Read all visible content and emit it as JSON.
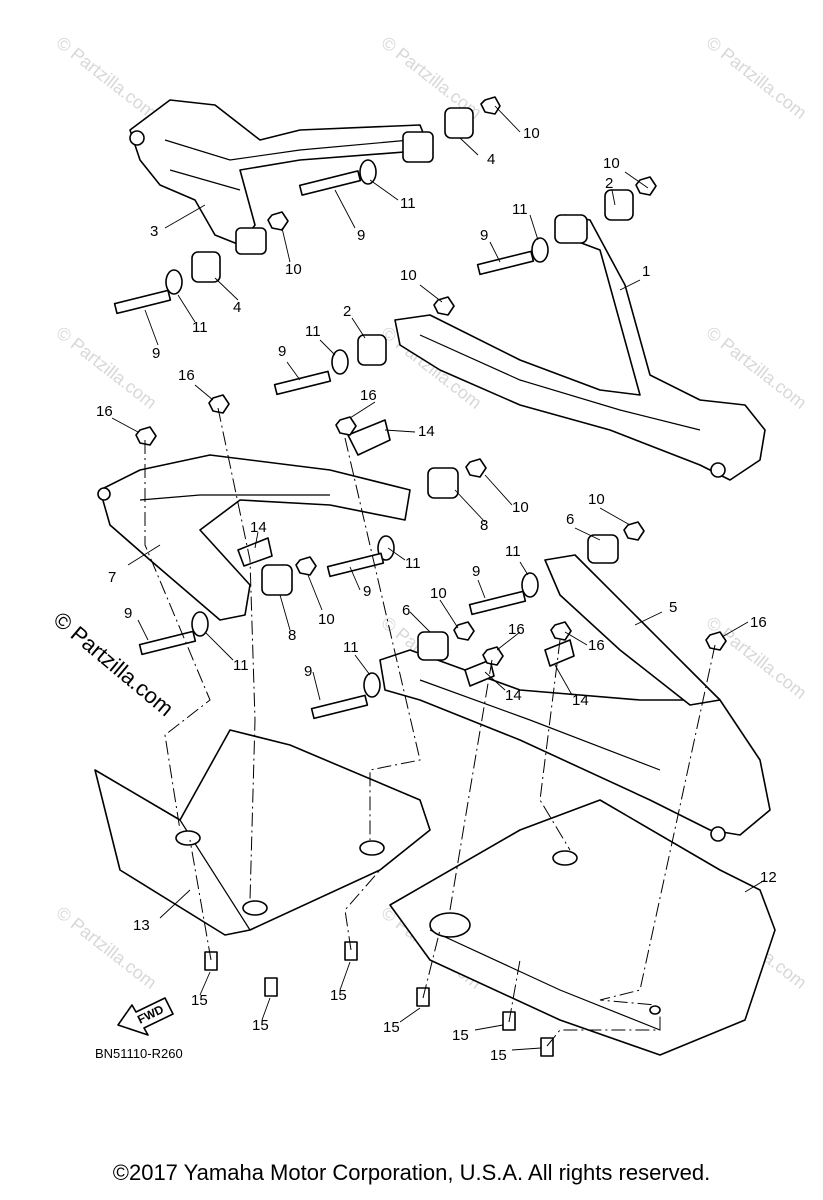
{
  "diagram": {
    "code": "BN51110-R260",
    "fwd_label": "FWD",
    "brand_mark": "© Partzilla.com",
    "watermark": "© Partzilla.com",
    "copyright": "©2017  Yamaha Motor Corporation, U.S.A. All rights reserved."
  },
  "callouts": [
    {
      "id": "c1",
      "text": "1"
    },
    {
      "id": "c2a",
      "text": "2"
    },
    {
      "id": "c2b",
      "text": "2"
    },
    {
      "id": "c3",
      "text": "3"
    },
    {
      "id": "c4a",
      "text": "4"
    },
    {
      "id": "c4b",
      "text": "4"
    },
    {
      "id": "c5",
      "text": "5"
    },
    {
      "id": "c6a",
      "text": "6"
    },
    {
      "id": "c6b",
      "text": "6"
    },
    {
      "id": "c7",
      "text": "7"
    },
    {
      "id": "c8a",
      "text": "8"
    },
    {
      "id": "c8b",
      "text": "8"
    },
    {
      "id": "c9a",
      "text": "9"
    },
    {
      "id": "c9b",
      "text": "9"
    },
    {
      "id": "c9c",
      "text": "9"
    },
    {
      "id": "c9d",
      "text": "9"
    },
    {
      "id": "c9e",
      "text": "9"
    },
    {
      "id": "c9f",
      "text": "9"
    },
    {
      "id": "c9g",
      "text": "9"
    },
    {
      "id": "c9h",
      "text": "9"
    },
    {
      "id": "c10a",
      "text": "10"
    },
    {
      "id": "c10b",
      "text": "10"
    },
    {
      "id": "c10c",
      "text": "10"
    },
    {
      "id": "c10d",
      "text": "10"
    },
    {
      "id": "c10e",
      "text": "10"
    },
    {
      "id": "c10f",
      "text": "10"
    },
    {
      "id": "c10g",
      "text": "10"
    },
    {
      "id": "c10h",
      "text": "10"
    },
    {
      "id": "c11a",
      "text": "11"
    },
    {
      "id": "c11b",
      "text": "11"
    },
    {
      "id": "c11c",
      "text": "11"
    },
    {
      "id": "c11d",
      "text": "11"
    },
    {
      "id": "c11e",
      "text": "11"
    },
    {
      "id": "c11f",
      "text": "11"
    },
    {
      "id": "c11g",
      "text": "11"
    },
    {
      "id": "c11h",
      "text": "11"
    },
    {
      "id": "c12",
      "text": "12"
    },
    {
      "id": "c13",
      "text": "13"
    },
    {
      "id": "c14a",
      "text": "14"
    },
    {
      "id": "c14b",
      "text": "14"
    },
    {
      "id": "c14c",
      "text": "14"
    },
    {
      "id": "c14d",
      "text": "14"
    },
    {
      "id": "c15a",
      "text": "15"
    },
    {
      "id": "c15b",
      "text": "15"
    },
    {
      "id": "c15c",
      "text": "15"
    },
    {
      "id": "c15d",
      "text": "15"
    },
    {
      "id": "c15e",
      "text": "15"
    },
    {
      "id": "c15f",
      "text": "15"
    },
    {
      "id": "c16a",
      "text": "16"
    },
    {
      "id": "c16b",
      "text": "16"
    },
    {
      "id": "c16c",
      "text": "16"
    },
    {
      "id": "c16d",
      "text": "16"
    },
    {
      "id": "c16e",
      "text": "16"
    },
    {
      "id": "c16f",
      "text": "16"
    }
  ]
}
